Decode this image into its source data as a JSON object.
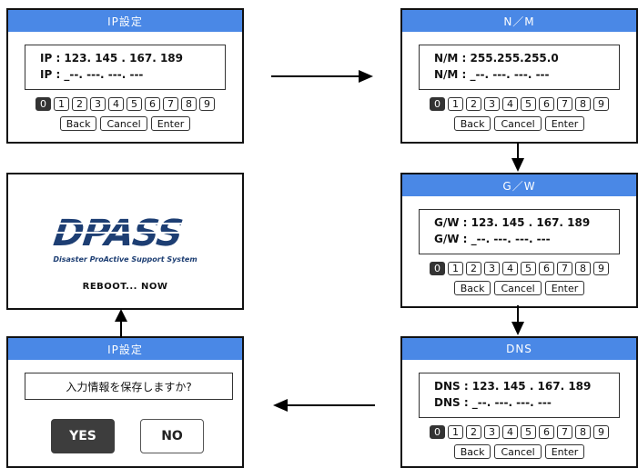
{
  "panels": {
    "ip": {
      "title": "IP設定",
      "line1": "IP : 123. 145 . 167. 189",
      "line2": "IP : _--. ---. ---. ---"
    },
    "nm": {
      "title": "N／M",
      "line1": "N/M : 255.255.255.0",
      "line2": "N/M : _--. ---. ---. ---"
    },
    "gw": {
      "title": "G／W",
      "line1": "G/W : 123. 145 . 167. 189",
      "line2": "G/W : _--. ---. ---. ---"
    },
    "dns": {
      "title": "DNS",
      "line1": "DNS : 123. 145 . 167. 189",
      "line2": "DNS : _--. ---. ---. ---"
    },
    "reboot": {
      "logo_text": "DPASS",
      "tagline": "Disaster ProActive Support System",
      "status": "REBOOT...  NOW"
    },
    "confirm": {
      "title": "IP設定",
      "question": "入力情報を保存しますか?",
      "yes_label": "YES",
      "no_label": "NO"
    }
  },
  "keypad": {
    "digits": [
      "0",
      "1",
      "2",
      "3",
      "4",
      "5",
      "6",
      "7",
      "8",
      "9"
    ],
    "selected_digit": "0",
    "back_label": "Back",
    "cancel_label": "Cancel",
    "enter_label": "Enter"
  },
  "colors": {
    "title_bar": "#4a88e6",
    "selected_digit": "#333333",
    "yes_button": "#3d3d3d",
    "logo": "#1d3e73"
  }
}
